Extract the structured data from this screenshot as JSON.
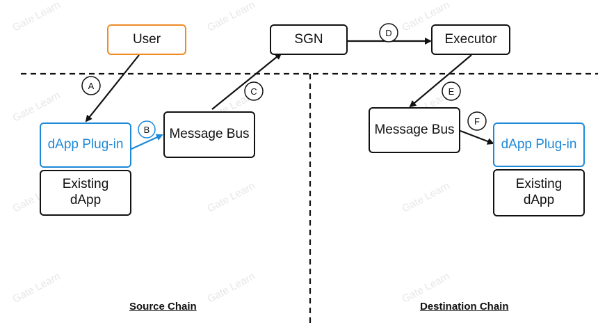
{
  "nodes": {
    "user": "User",
    "sgn": "SGN",
    "executor": "Executor",
    "src_plugin": "dApp Plug-in",
    "src_existing": "Existing dApp",
    "src_message_bus": "Message Bus",
    "dst_message_bus": "Message Bus",
    "dst_plugin": "dApp Plug-in",
    "dst_existing": "Existing dApp"
  },
  "steps": {
    "a": "A",
    "b": "B",
    "c": "C",
    "d": "D",
    "e": "E",
    "f": "F"
  },
  "chains": {
    "source": "Source Chain",
    "destination": "Destination Chain"
  },
  "watermark": "Gate Learn",
  "colors": {
    "user_border": "#f08a24",
    "plugin": "#1e88d8",
    "line": "#111111"
  }
}
